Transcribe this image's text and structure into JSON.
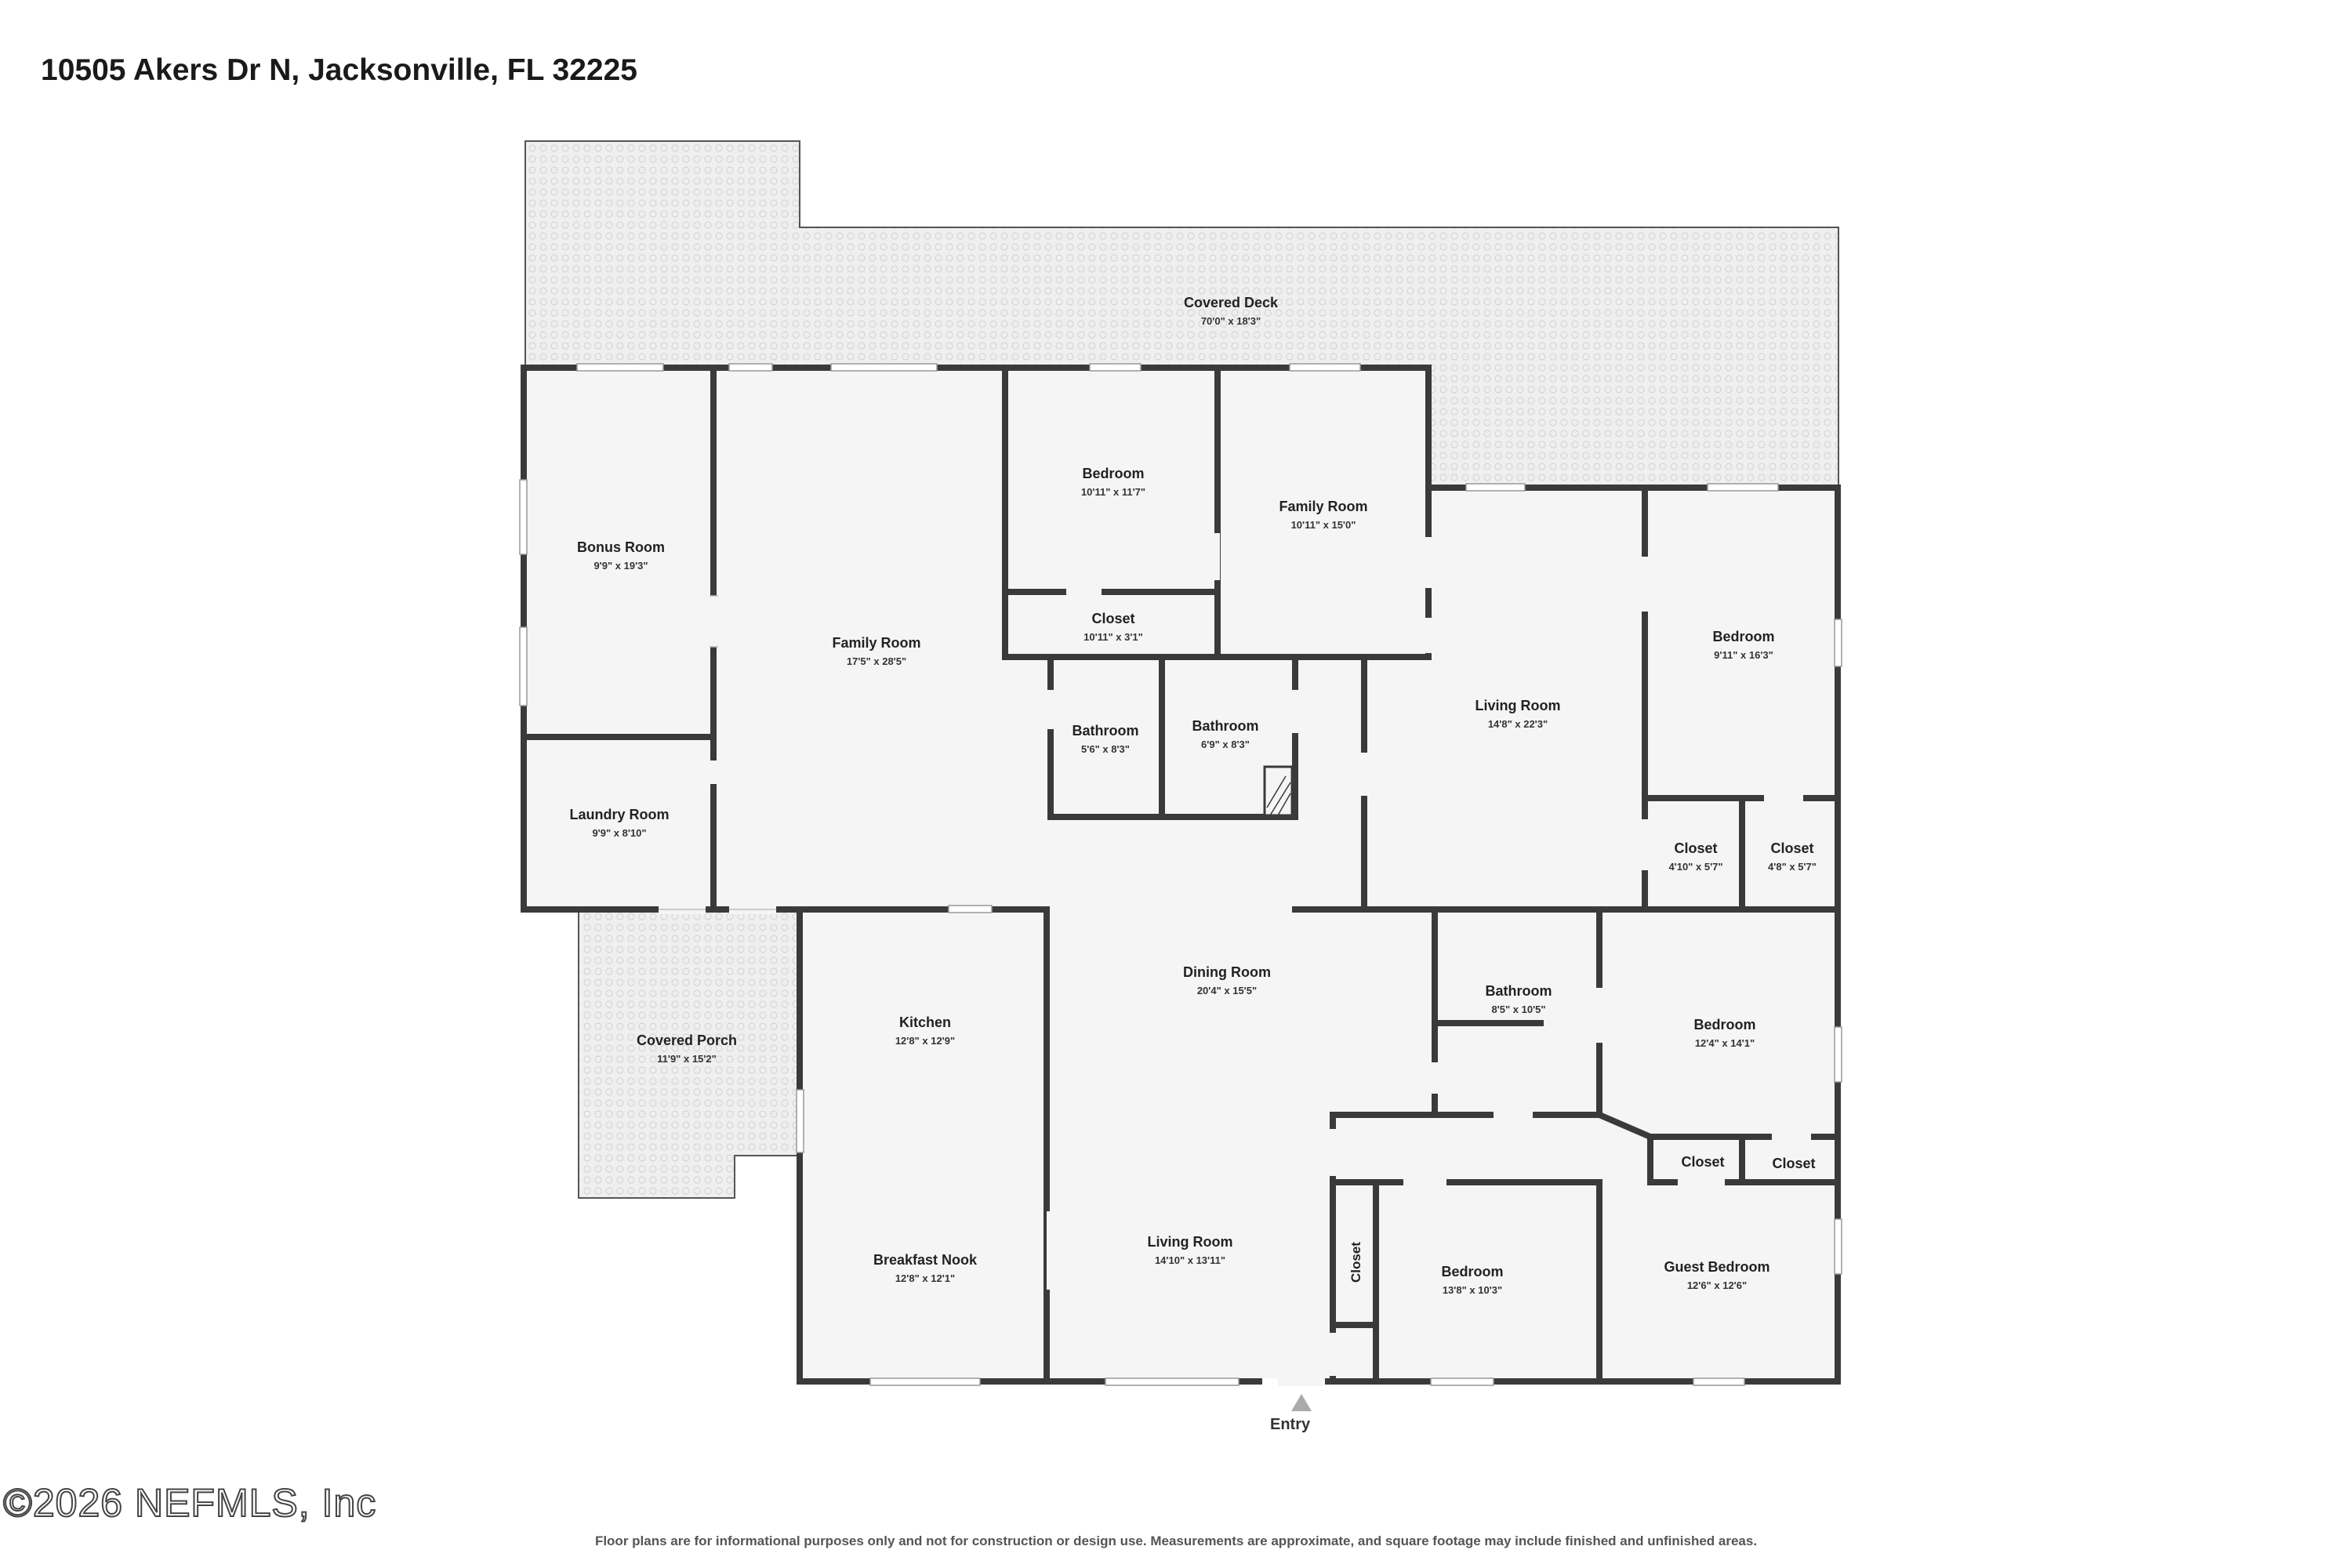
{
  "header": {
    "title": "10505 Akers Dr N, Jacksonville, FL 32225"
  },
  "footer": {
    "watermark": "©2026 NEFMLS, Inc",
    "disclaimer": "Floor plans are for informational purposes only and not for construction or design use. Measurements are approximate, and square footage may include finished and unfinished areas."
  },
  "entry": {
    "label": "Entry"
  },
  "colors": {
    "wall": "#3a3a3a",
    "floor": "#f5f5f5",
    "deck": "#ececec",
    "background": "#ffffff"
  },
  "rooms": {
    "covered_deck": {
      "name": "Covered Deck",
      "dims": "70'0\" x 18'3\""
    },
    "bonus_room": {
      "name": "Bonus Room",
      "dims": "9'9\" x 19'3\""
    },
    "family_room_1": {
      "name": "Family Room",
      "dims": "17'5\" x 28'5\""
    },
    "bedroom_1": {
      "name": "Bedroom",
      "dims": "10'11\" x 11'7\""
    },
    "closet_1": {
      "name": "Closet",
      "dims": "10'11\" x 3'1\""
    },
    "family_room_2": {
      "name": "Family Room",
      "dims": "10'11\" x 15'0\""
    },
    "bathroom_1": {
      "name": "Bathroom",
      "dims": "5'6\" x 8'3\""
    },
    "bathroom_2": {
      "name": "Bathroom",
      "dims": "6'9\" x 8'3\""
    },
    "living_room_1": {
      "name": "Living Room",
      "dims": "14'8\" x 22'3\""
    },
    "bedroom_2": {
      "name": "Bedroom",
      "dims": "9'11\" x 16'3\""
    },
    "laundry_room": {
      "name": "Laundry Room",
      "dims": "9'9\" x 8'10\""
    },
    "closet_2": {
      "name": "Closet",
      "dims": "4'10\" x 5'7\""
    },
    "closet_3": {
      "name": "Closet",
      "dims": "4'8\" x 5'7\""
    },
    "dining_room": {
      "name": "Dining Room",
      "dims": "20'4\" x 15'5\""
    },
    "bathroom_3": {
      "name": "Bathroom",
      "dims": "8'5\" x 10'5\""
    },
    "bedroom_3": {
      "name": "Bedroom",
      "dims": "12'4\" x 14'1\""
    },
    "kitchen": {
      "name": "Kitchen",
      "dims": "12'8\" x 12'9\""
    },
    "covered_porch": {
      "name": "Covered Porch",
      "dims": "11'9\" x 15'2\""
    },
    "closet_4": {
      "name": "Closet"
    },
    "closet_5": {
      "name": "Closet"
    },
    "breakfast_nook": {
      "name": "Breakfast Nook",
      "dims": "12'8\" x 12'1\""
    },
    "living_room_2": {
      "name": "Living Room",
      "dims": "14'10\" x 13'11\""
    },
    "closet_6": {
      "name": "Closet"
    },
    "bedroom_4": {
      "name": "Bedroom",
      "dims": "13'8\" x 10'3\""
    },
    "guest_bedroom": {
      "name": "Guest Bedroom",
      "dims": "12'6\" x 12'6\""
    }
  }
}
